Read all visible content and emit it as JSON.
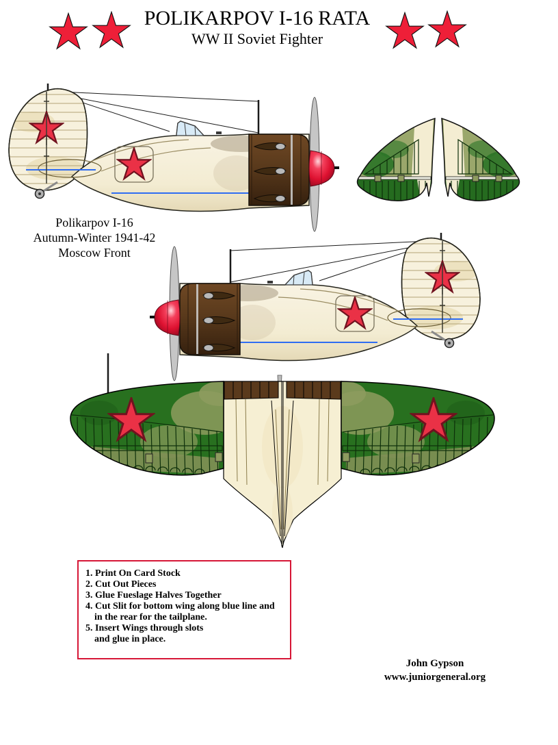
{
  "header": {
    "title": "POLIKARPOV I-16 RATA",
    "subtitle": "WW II Soviet Fighter",
    "star_icon": "red-star-icon"
  },
  "variant_label": {
    "line1": "Polikarpov I-16",
    "line2": "Autumn-Winter 1941-42",
    "line3": "Moscow Front"
  },
  "instructions": {
    "lines": [
      {
        "text": "1. Print On Card Stock",
        "indent": false
      },
      {
        "text": "2. Cut Out Pieces",
        "indent": false
      },
      {
        "text": "3. Glue Fueslage Halves Together",
        "indent": false
      },
      {
        "text": "4. Cut Slit for bottom wing along blue line and",
        "indent": false
      },
      {
        "text": "in the rear for the tailplane.",
        "indent": true
      },
      {
        "text": "5. Insert Wings through slots",
        "indent": false
      },
      {
        "text": "and glue in place.",
        "indent": true
      }
    ]
  },
  "credit": {
    "author": "John Gypson",
    "website": "www.juniorgeneral.org"
  },
  "colors": {
    "header_star_red": "#ee1f38",
    "aircraft_star_red": "#ea3146",
    "fuselage_cream": "#f6efd3",
    "cowling_brown": "#5a3a1c",
    "camouflage_green": "#28701f",
    "camouflage_olive": "#8d9b5e",
    "spinner_red": "#dd1130",
    "cut_line_blue": "#2f6df2",
    "instructions_border_red": "#d61636"
  }
}
